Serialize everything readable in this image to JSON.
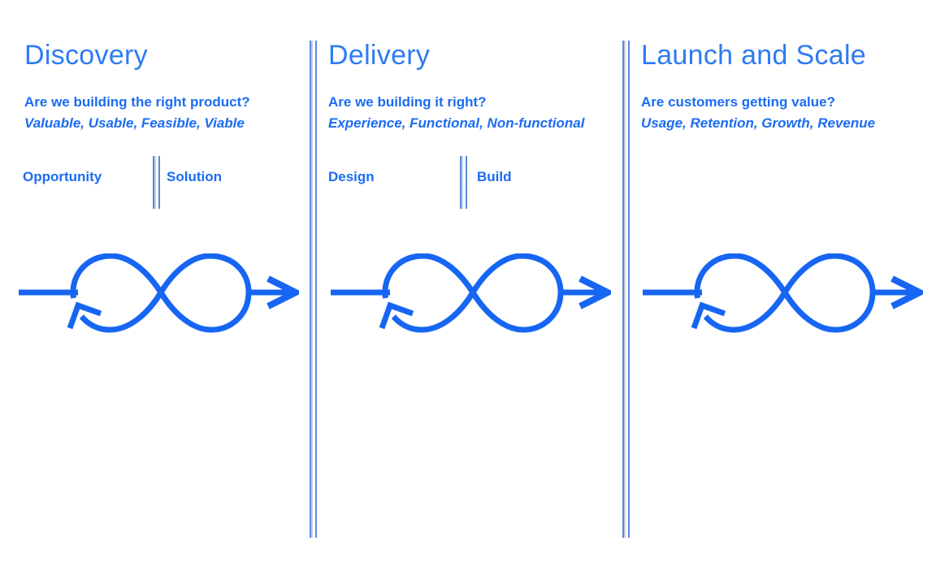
{
  "diagram": {
    "columns": [
      {
        "title": "Discovery",
        "question": "Are we building the right product?",
        "criteria": "Valuable, Usable, Feasible, Viable",
        "phases": [
          "Opportunity",
          "Solution"
        ],
        "icon": "infinity-loop-arrow-icon"
      },
      {
        "title": "Delivery",
        "question": "Are we building it right?",
        "criteria": "Experience, Functional, Non-functional",
        "phases": [
          "Design",
          "Build"
        ],
        "icon": "infinity-loop-arrow-icon"
      },
      {
        "title": "Launch and Scale",
        "question": "Are customers getting value?",
        "criteria": "Usage, Retention, Growth, Revenue",
        "phases": [],
        "icon": "infinity-loop-arrow-icon"
      }
    ],
    "colors": {
      "title_blue": "#2e7bf3",
      "text_blue": "#1b6cf2",
      "loop_blue": "#1766f3",
      "divider_blue": "#5c88e0",
      "divider_gray": "#c9ced7",
      "background": "#ffffff"
    }
  }
}
